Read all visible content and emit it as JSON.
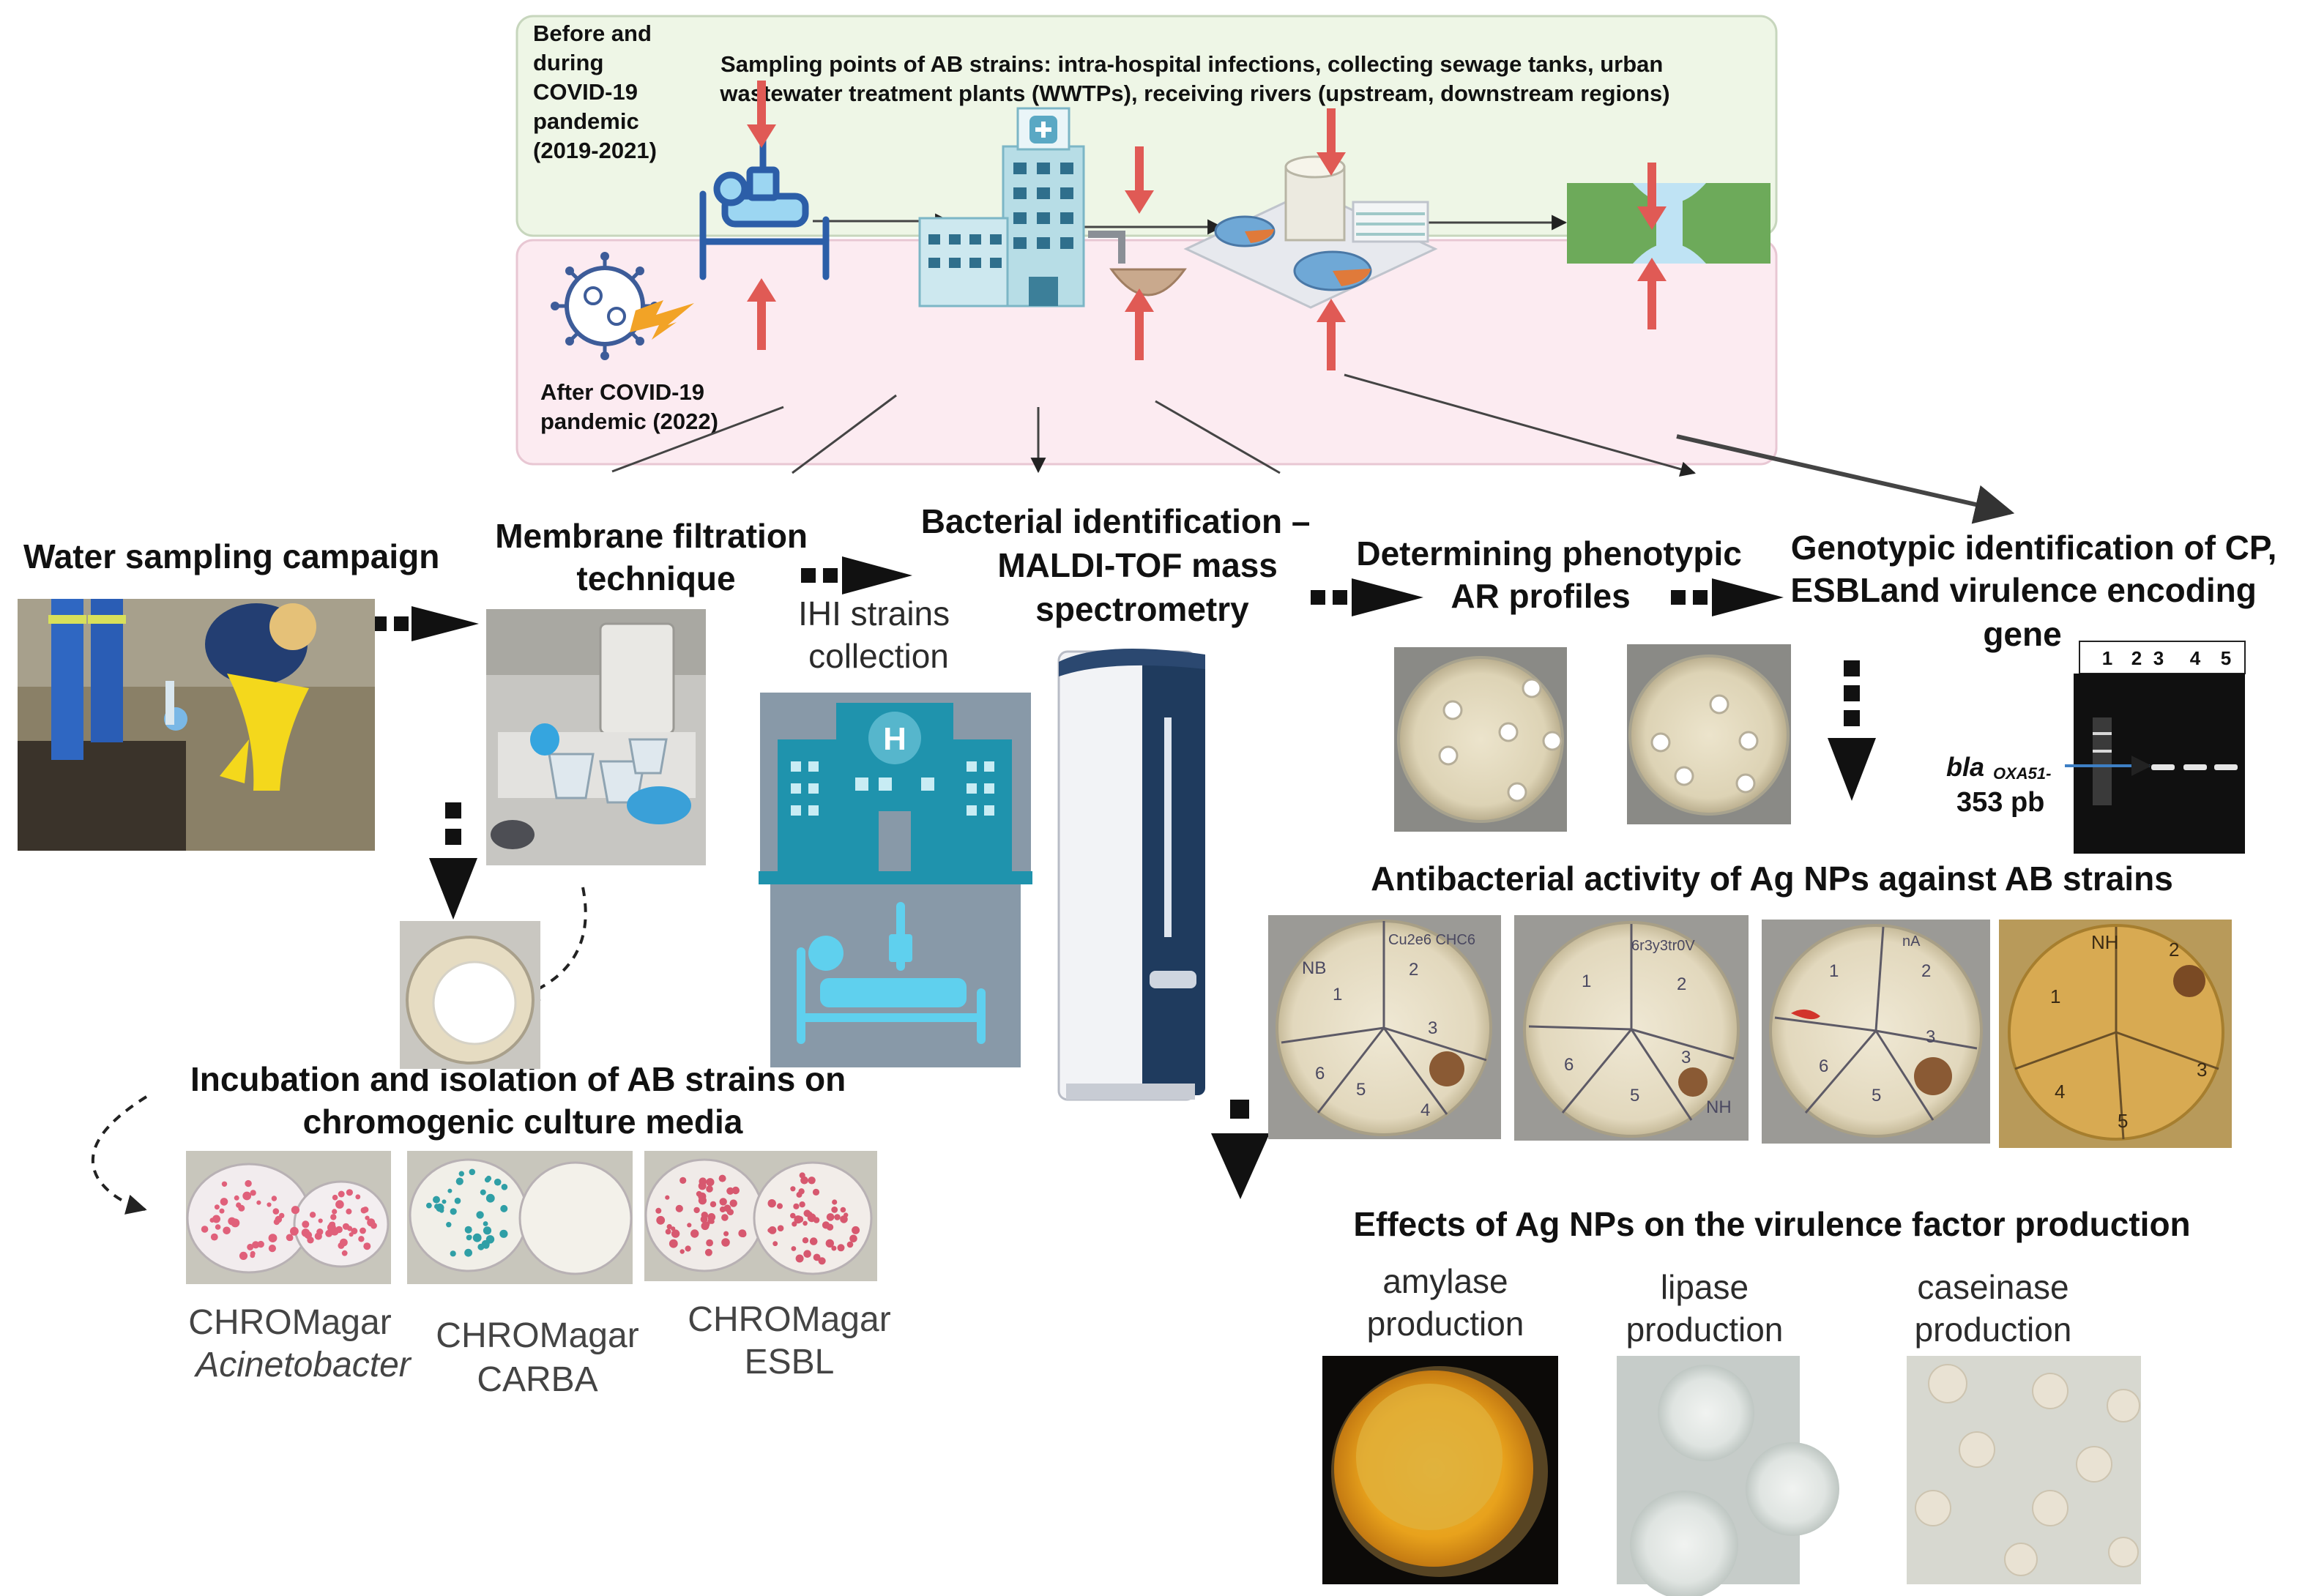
{
  "phases": {
    "before": [
      "Before and",
      "during",
      "COVID-19",
      "pandemic",
      "(2019-2021)"
    ],
    "after": [
      "After COVID-19",
      "pandemic (2022)"
    ]
  },
  "sampling": {
    "line1": "Sampling points of AB strains: intra-hospital infections, collecting sewage tanks, urban",
    "line2": "wastewater treatment plants (WWTPs), receiving rivers (upstream, downstream regions)"
  },
  "steps": {
    "water": "Water sampling campaign",
    "membrane": [
      "Membrane filtration",
      "technique"
    ],
    "ihi": [
      "IHI strains",
      "collection"
    ],
    "maldi": [
      "Bacterial identification –",
      "MALDI-TOF mass",
      "spectrometry"
    ],
    "phenotypic": [
      "Determining phenotypic",
      "AR profiles"
    ],
    "genotypic": [
      "Genotypic identification of CP,",
      "ESBLand virulence encoding",
      "gene"
    ],
    "incubation": [
      "Incubation and isolation of AB strains on",
      "chromogenic culture media"
    ],
    "antibacterial": "Antibacterial activity of Ag NPs against AB strains",
    "effects": "Effects of Ag NPs on the virulence factor production"
  },
  "gel": {
    "lanes": [
      "1",
      "2",
      "3",
      "4",
      "5"
    ],
    "gene": "bla",
    "gene_sub": "OXA51-",
    "size": "353 pb"
  },
  "media": [
    {
      "line1": "CHROMagar",
      "line2": "Acinetobacter"
    },
    {
      "line1": "CHROMagar",
      "line2": "CARBA"
    },
    {
      "line1": "CHROMagar",
      "line2": "ESBL"
    }
  ],
  "virulence": [
    {
      "line1": "amylase",
      "line2": "production"
    },
    {
      "line1": "lipase",
      "line2": "production"
    },
    {
      "line1": "caseinase",
      "line2": "production"
    }
  ],
  "plate_marks": {
    "p1": [
      "NB",
      "1",
      "2",
      "3",
      "4",
      "5",
      "6",
      "Cu2e6 CHC6"
    ],
    "p2": [
      "1",
      "2",
      "3",
      "5",
      "6",
      "NH",
      "6r3y3tr0V"
    ],
    "p3": [
      "1",
      "2",
      "3",
      "5",
      "6",
      "nA"
    ],
    "p4": [
      "NH",
      "1",
      "2",
      "3",
      "4",
      "5"
    ]
  },
  "colors": {
    "arrow_red": "#e05a55",
    "band_green": "#eef6e6",
    "band_pink": "#fcebf1",
    "arrow_dark": "#111111"
  }
}
